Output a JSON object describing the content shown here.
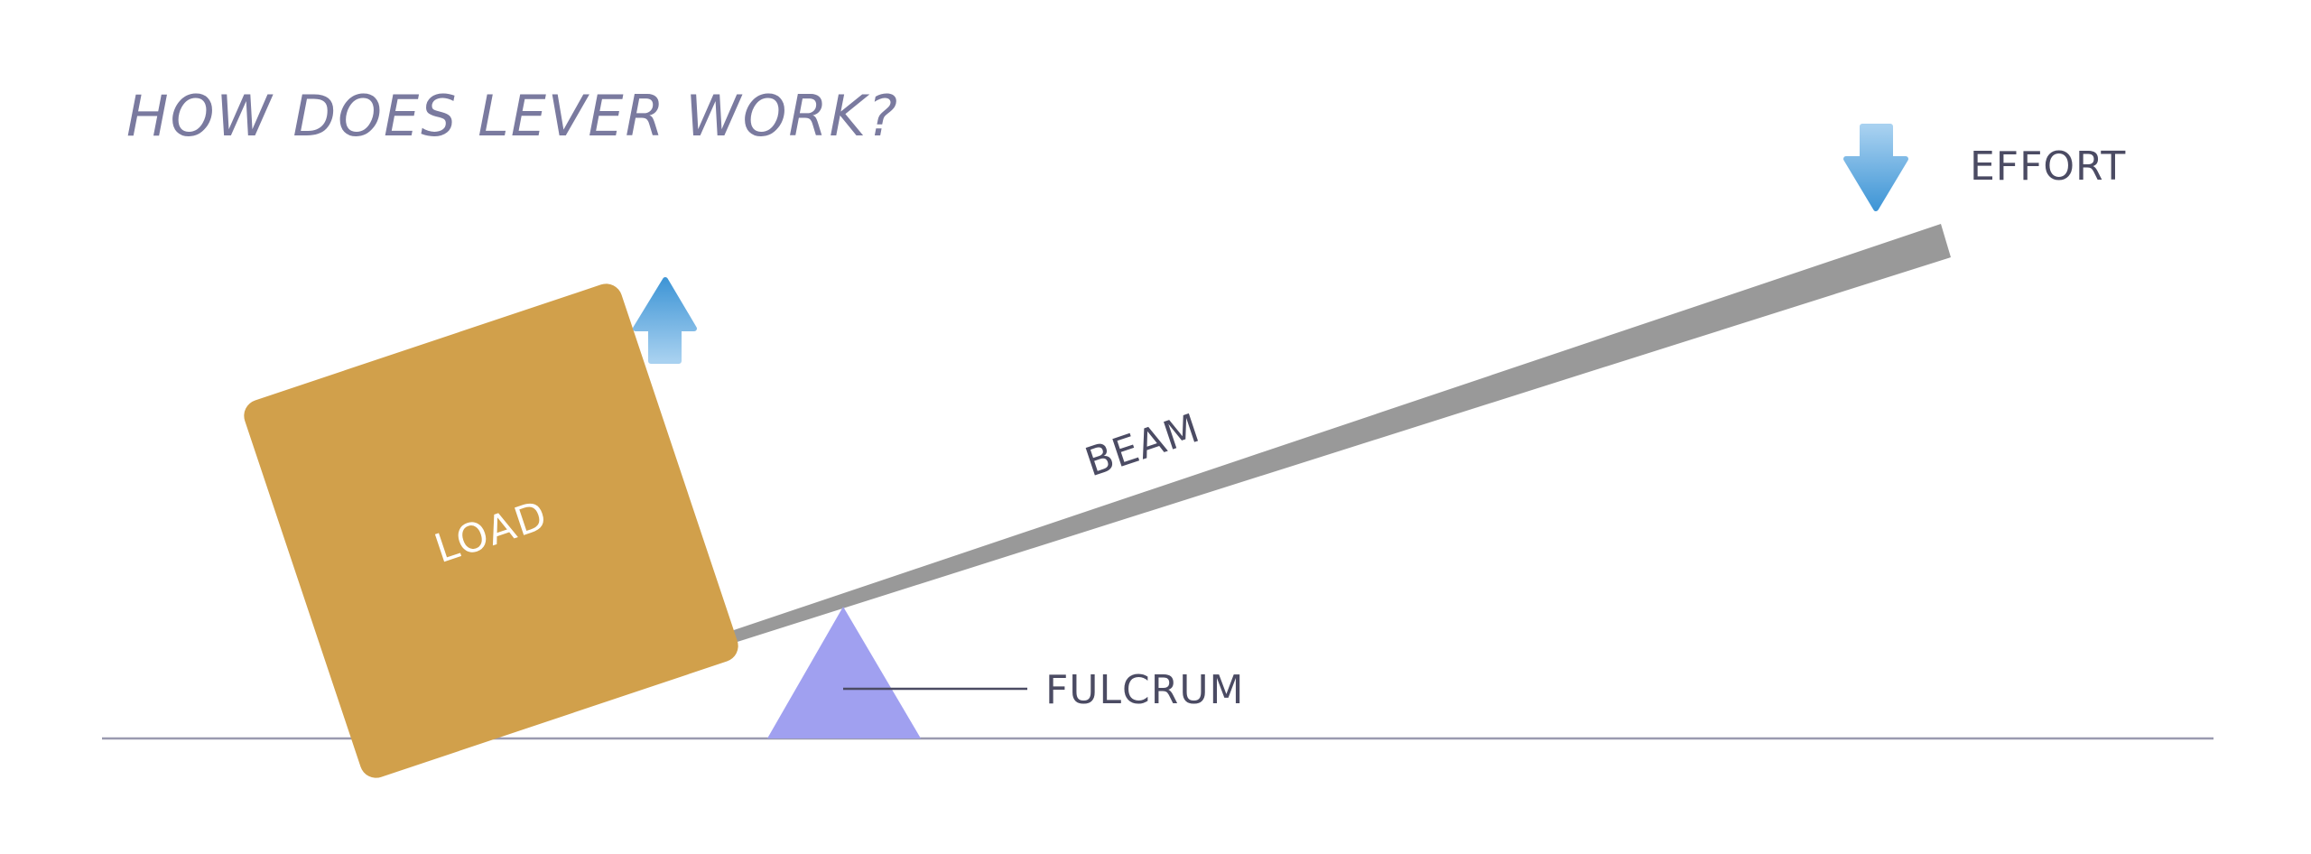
{
  "title": "HOW DOES LEVER WORK?",
  "labels": {
    "effort": "EFFORT",
    "beam": "BEAM",
    "load": "LOAD",
    "fulcrum": "FULCRUM"
  },
  "colors": {
    "title": "#7a7a9f",
    "label": "#4b4b63",
    "load_box": "#d1a04b",
    "fulcrum": "#a0a0f0",
    "beam": "#999999",
    "ground": "#9a9ab0",
    "arrow_top": "#a8d1f0",
    "arrow_bottom": "#4096d6"
  },
  "icons": {
    "effort_arrow": "arrow-down-icon",
    "load_arrow": "arrow-up-icon"
  }
}
